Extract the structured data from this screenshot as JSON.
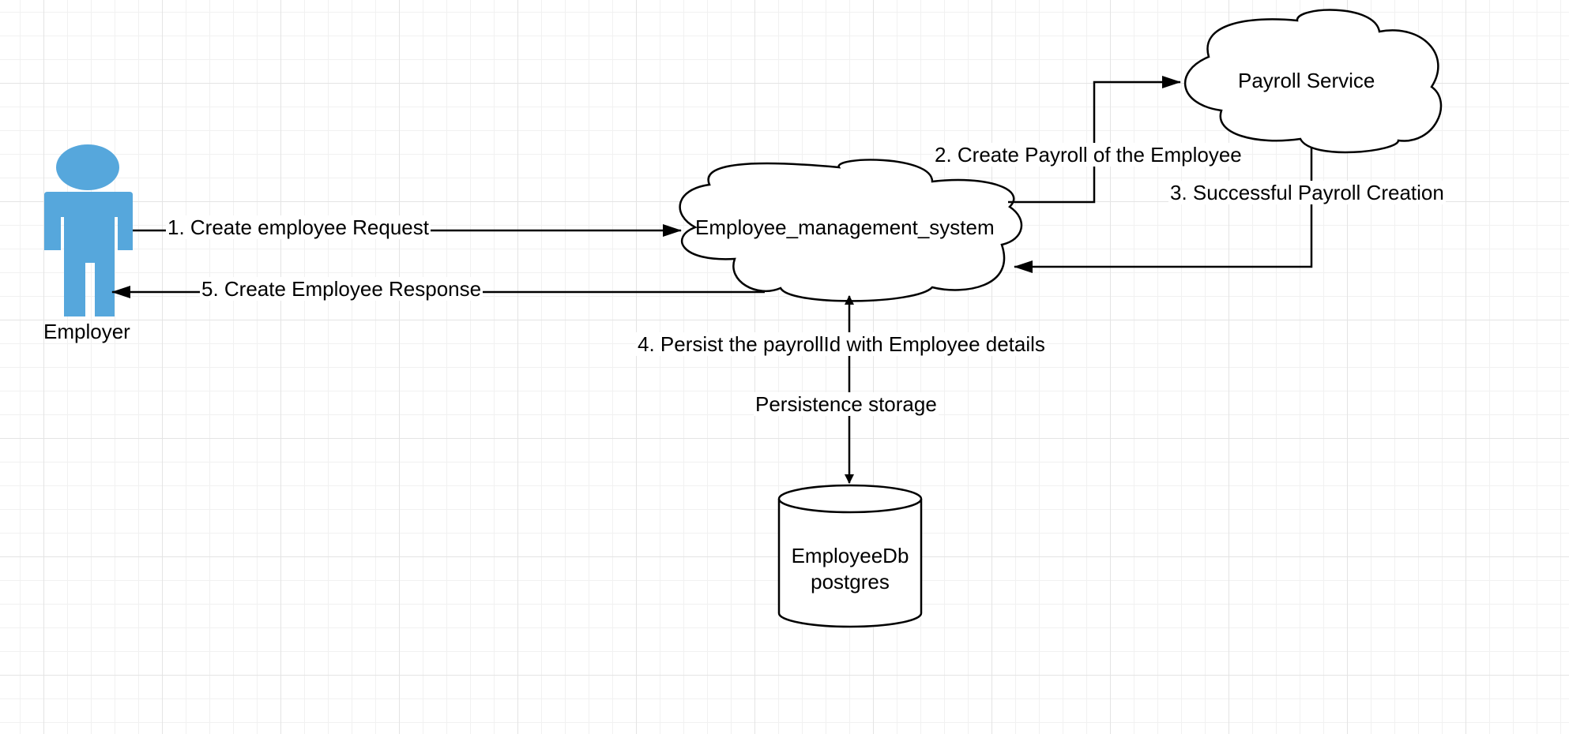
{
  "colors": {
    "actor": "#56a7dc",
    "stroke": "#000000",
    "grid": "#e4e4e4"
  },
  "nodes": {
    "employer": {
      "label": "Employer",
      "icon": "person-icon"
    },
    "employee_system": {
      "label": "Employee_management_system"
    },
    "payroll_service": {
      "label": "Payroll Service"
    },
    "employee_db": {
      "line1": "EmployeeDb",
      "line2": "postgres"
    }
  },
  "edges": {
    "create_request": "1. Create employee Request",
    "create_payroll": "2. Create Payroll of the Employee",
    "payroll_success": "3. Successful Payroll Creation",
    "persist_payroll": "4. Persist the payrollId with Employee details",
    "persistence_storage": "Persistence storage",
    "create_response": "5. Create Employee Response"
  }
}
